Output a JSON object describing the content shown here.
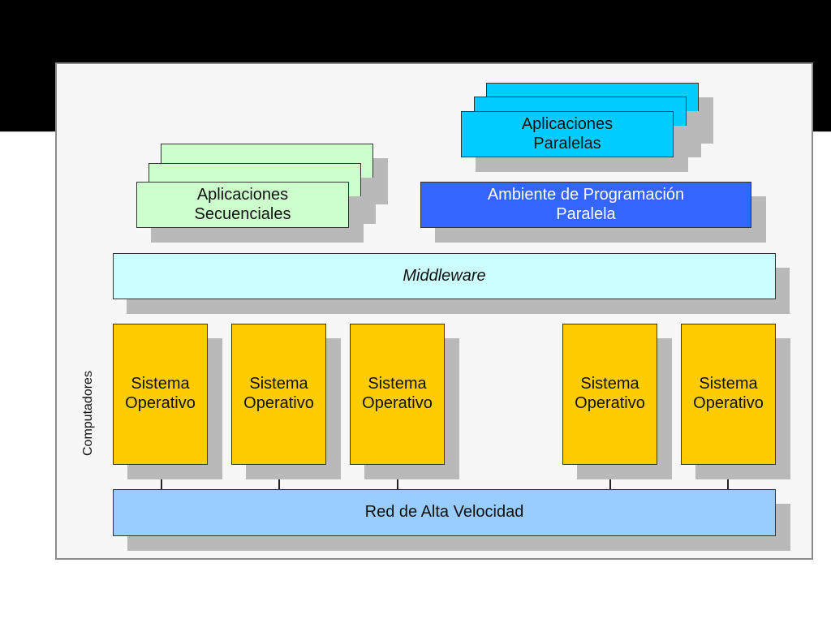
{
  "diagram": {
    "sequential_apps": "Aplicaciones\nSecuenciales",
    "parallel_apps": "Aplicaciones\nParalelas",
    "parallel_env": "Ambiente de Programación\nParalela",
    "middleware": "Middleware",
    "operating_systems": [
      "Sistema\nOperativo",
      "Sistema\nOperativo",
      "Sistema\nOperativo",
      "Sistema\nOperativo",
      "Sistema\nOperativo"
    ],
    "network": "Red de Alta Velocidad",
    "computers_label": "Computadores"
  },
  "colors": {
    "sequential_fill": "#ccffcc",
    "parallel_fill": "#00ccff",
    "env_fill": "#3366ff",
    "middleware_fill": "#ccffff",
    "os_fill": "#ffcc00",
    "network_fill": "#99ccff"
  }
}
